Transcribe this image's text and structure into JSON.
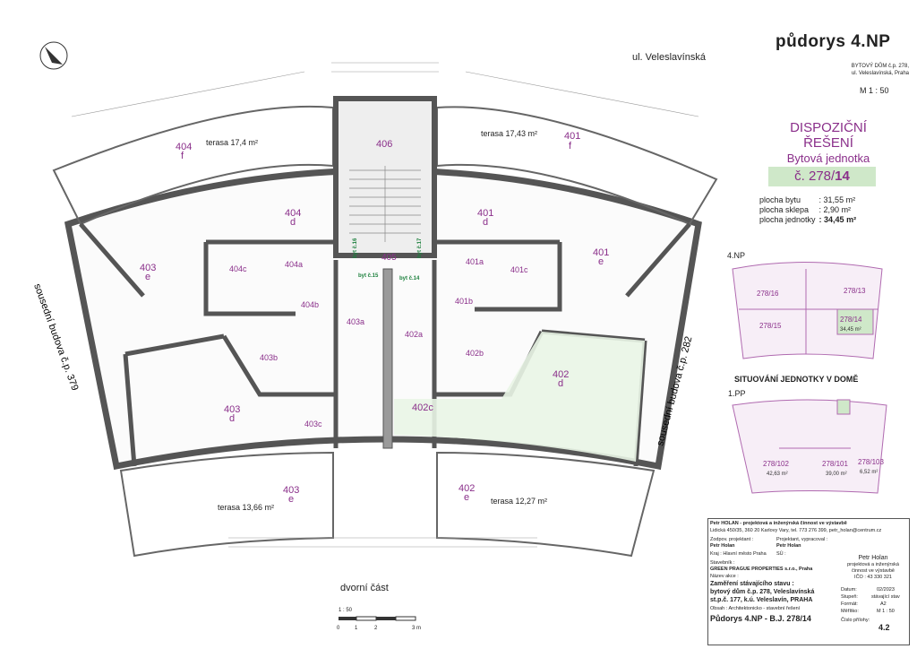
{
  "title": {
    "main": "půdorys 4.NP",
    "building_line1": "BYTOVÝ DŮM č.p. 278,",
    "building_line2": "ul. Veleslavínská, Praha",
    "scale": "M 1 : 50"
  },
  "unit_info": {
    "heading1": "DISPOZIČNÍ",
    "heading2": "ŘEŠENÍ",
    "heading3": "Bytová jednotka",
    "unit_prefix": "č. 278/",
    "unit_number": "14",
    "areas": [
      {
        "label": "plocha bytu",
        "value": ": 31,55 m²"
      },
      {
        "label": "plocha sklepa",
        "value": ": 2,90 m²"
      },
      {
        "label": "plocha jednotky",
        "value": ": 34,45 m²"
      }
    ]
  },
  "labels": {
    "street_top": "ul. Veleslavínská",
    "courtyard": "dvorní část",
    "neighbor_left": "sousední budova č.p. 379",
    "neighbor_right": "sousední budova č.p. 282",
    "floor_4np": "4.NP",
    "situation": "SITUOVÁNÍ JEDNOTKY V DOMĚ",
    "floor_1pp": "1.PP"
  },
  "rooms": {
    "r404f": "404",
    "r404f_s": "f",
    "terasa_tl": "terasa 17,4 m²",
    "r406": "406",
    "r401f": "401",
    "r401f_s": "f",
    "terasa_tr": "terasa 17,43 m²",
    "r404d": "404",
    "r404d_s": "d",
    "r401d": "401",
    "r401d_s": "d",
    "r403e": "403",
    "r403e_s": "e",
    "r401e": "401",
    "r401e_s": "e",
    "r404c": "404c",
    "r404a": "404a",
    "r404b": "404b",
    "r405": "405",
    "r401a": "401a",
    "r401c": "401c",
    "r401b": "401b",
    "r403a": "403a",
    "r402a": "402a",
    "r403b": "403b",
    "r402b": "402b",
    "r403d": "403",
    "r403d_s": "d",
    "r402d": "402",
    "r402d_s": "d",
    "r403c": "403c",
    "r402c": "402c",
    "r403e2": "403",
    "r403e2_s": "e",
    "terasa_bl": "terasa 13,66 m²",
    "r402e": "402",
    "r402e_s": "e",
    "terasa_br": "terasa 12,27 m²",
    "byt14": "byt č.14",
    "byt15": "byt č.15",
    "byt16": "byt č.16",
    "byt17": "byt č.17"
  },
  "mini_4np": {
    "u16": "278/16",
    "u13": "278/13",
    "u15": "278/15",
    "u14": "278/14",
    "u14_area": "34,45 m²"
  },
  "mini_1pp": {
    "u102": "278/102",
    "u102_area": "42,63 m²",
    "u101": "278/101",
    "u101_area": "39,00 m²",
    "u103": "278/103",
    "u103_area": "6,52 m²"
  },
  "title_block": {
    "firm": "Petr HOLAN - projektová a inženýrská činnost ve výstavbě",
    "address": "Lidická 450/35, 360 20 Karlovy Vary, tel. 773 276 399, petr_holan@centrum.cz",
    "zodp": "Zodpov. projektant :",
    "zodp_name": "Petr Holan",
    "vypracoval": "Projektant, vypracoval :",
    "vypracoval_name": "Petr Holan",
    "kraj": "Kraj : Hlavní město Praha",
    "su": "SÚ :",
    "stavebnik": "Stavebník :",
    "stavebnik_name": "GREEN PRAGUE PROPERTIES s.r.o., Praha",
    "akce": "Název akce :",
    "akce_1": "Zaměření stávajícího stavu :",
    "akce_2": "bytový dům č.p. 278, Veleslavínská",
    "akce_3": "st.p.č. 177, k.ú. Veleslavín, PRAHA",
    "obsah": "Obsah : Architektonicko - stavební řešení",
    "drawing": "Půdorys 4.NP - B.J. 278/14",
    "stamp_name": "Petr Holan",
    "stamp_text": "projektová a inženýrská činnost ve výstavbě",
    "ico": "IČO : 43 330 321",
    "k_datum": "Datum:",
    "v_datum": "02/2023",
    "k_stupen": "Stupeň:",
    "v_stupen": "stávající stav",
    "k_format": "Formát:",
    "v_format": "A2",
    "k_meritko": "Měřítko:",
    "v_meritko": "M 1 : 50",
    "k_cislo": "Číslo přílohy:",
    "v_cislo": "4.2"
  },
  "scalebar": {
    "title": "1 : 50",
    "t0": "0",
    "t1": "1",
    "t2": "2",
    "t3": "3 m"
  },
  "colors": {
    "room_label": "#8a2f8a",
    "highlight": "#cfe8c9",
    "wall": "#555555",
    "wall_fill": "#9a9a9a"
  }
}
